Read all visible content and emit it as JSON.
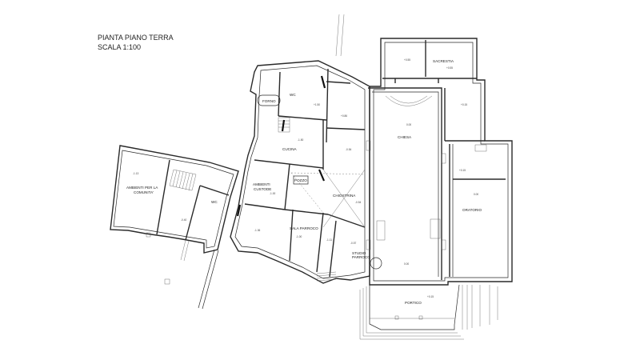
{
  "title": {
    "line1": "PIANTA PIANO TERRA",
    "line2": "SCALA 1:100"
  },
  "rooms": {
    "forno": "FORNO",
    "wc_top": "WC",
    "sacrestia": "SACRESTIA",
    "cucina": "CUCINA",
    "chiesa": "CHIESA",
    "ambienti_comunita_1": "AMBIENTI PER LA",
    "ambienti_comunita_2": "COMUNITA'",
    "wc_left": "WC",
    "ambienti_custode_1": "AMBIENTI",
    "ambienti_custode_2": "CUSTODE",
    "pozzo": "POZZO",
    "chiostrina": "CHIOSTRINA",
    "oratorio": "ORATORIO",
    "sala_parroco": "SALA PARROCO",
    "studio_parroco_1": "STUDIO",
    "studio_parroco_2": "PARROCO",
    "portico": "PORTICO"
  },
  "levels": {
    "sacrestia_a": "+0.55",
    "sacrestia_b": "+0.55",
    "wc_top": "+1.50",
    "corr_top": "+0.86",
    "right_aisle": "+0.15",
    "chiesa_top": "0.00",
    "cucina": "-1.50",
    "corr_mid": "-0.54",
    "comunita": "-1.13",
    "oratorio_a": "+0.15",
    "oratorio_b": "0.00",
    "wc_left": "-0.40",
    "custode": "-1.00",
    "chiostrina": "-0.54",
    "corr_low": "-1.36",
    "sala": "-1.00",
    "studio_a": "-1.11",
    "studio_b": "-0.57",
    "chiesa_low": "0.00",
    "portico": "+0.15"
  }
}
